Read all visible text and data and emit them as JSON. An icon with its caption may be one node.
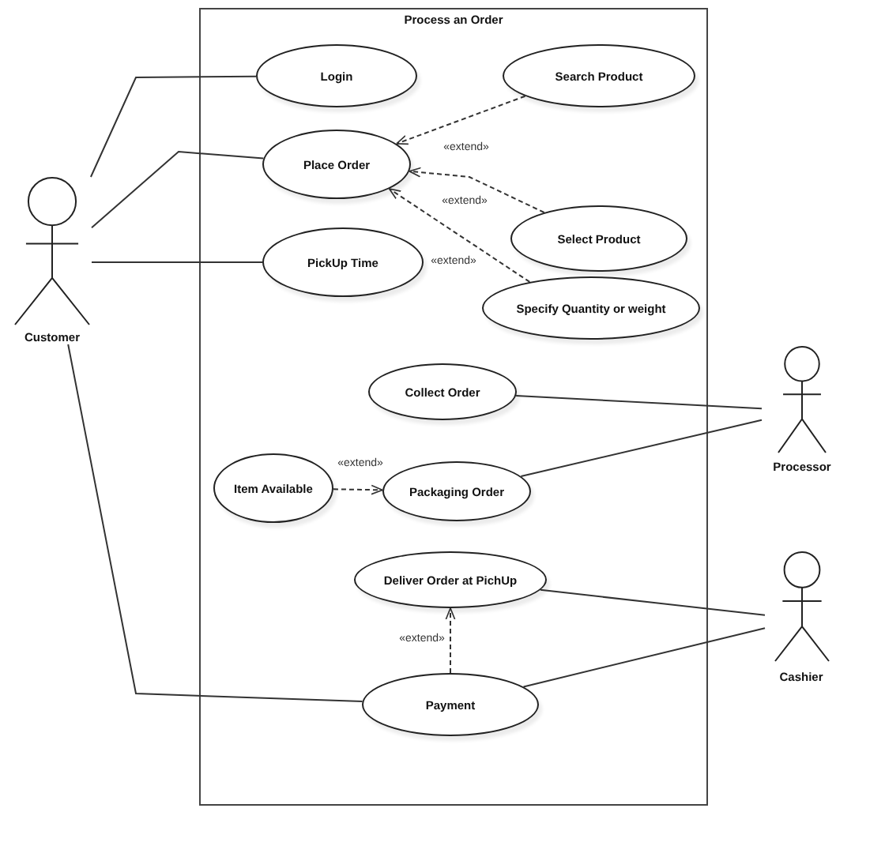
{
  "diagram": {
    "nodes": [
      {
        "text": [
          "Process an Order"
        ]
      },
      {
        "text": [
          "Login"
        ],
        "in": 0
      },
      {
        "text": [
          "Search Product"
        ],
        "in": 0
      },
      {
        "text": [
          "Place Order"
        ],
        "in": 0
      },
      {
        "text": [
          "Customer"
        ]
      },
      {
        "text": [
          "Select Product"
        ],
        "in": 0
      },
      {
        "text": [
          "PickUp Time"
        ],
        "in": 0
      },
      {
        "text": [
          "Specify Quantity or weight"
        ],
        "in": 0
      },
      {
        "text": [
          "Collect Order"
        ],
        "in": 0
      },
      {
        "text": [
          "Processor"
        ]
      },
      {
        "text": [
          "Item Available"
        ],
        "in": 0
      },
      {
        "text": [
          "Packaging Order"
        ],
        "in": 0
      },
      {
        "text": [
          "Deliver Order at PichUp"
        ],
        "in": 0
      },
      {
        "text": [
          "Cashier"
        ]
      },
      {
        "text": [
          "Payment"
        ],
        "in": 0
      }
    ],
    "edges": [
      {
        "from": 4,
        "to": 1,
        "arrow": "none"
      },
      {
        "from": 4,
        "to": 3,
        "arrow": "none"
      },
      {
        "from": 4,
        "to": 6,
        "arrow": "none"
      },
      {
        "from": 2,
        "to": 3,
        "arrow": "to",
        "label": "«extend»",
        "style": "dashed"
      },
      {
        "from": 5,
        "to": 3,
        "arrow": "to",
        "label": "«extend»",
        "style": "dashed"
      },
      {
        "from": 7,
        "to": 3,
        "arrow": "to",
        "label": "«extend»",
        "style": "dashed"
      },
      {
        "from": 8,
        "to": 9,
        "arrow": "none"
      },
      {
        "from": 10,
        "to": 11,
        "arrow": "to",
        "label": "«extend»",
        "style": "dashed"
      },
      {
        "from": 11,
        "to": 9,
        "arrow": "none"
      },
      {
        "from": 4,
        "to": 14,
        "arrow": "none"
      },
      {
        "from": 14,
        "to": 12,
        "arrow": "to",
        "label": "«extend»",
        "style": "dashed"
      },
      {
        "from": 12,
        "to": 13,
        "arrow": "none"
      },
      {
        "from": 14,
        "to": 13,
        "arrow": "none"
      }
    ]
  }
}
